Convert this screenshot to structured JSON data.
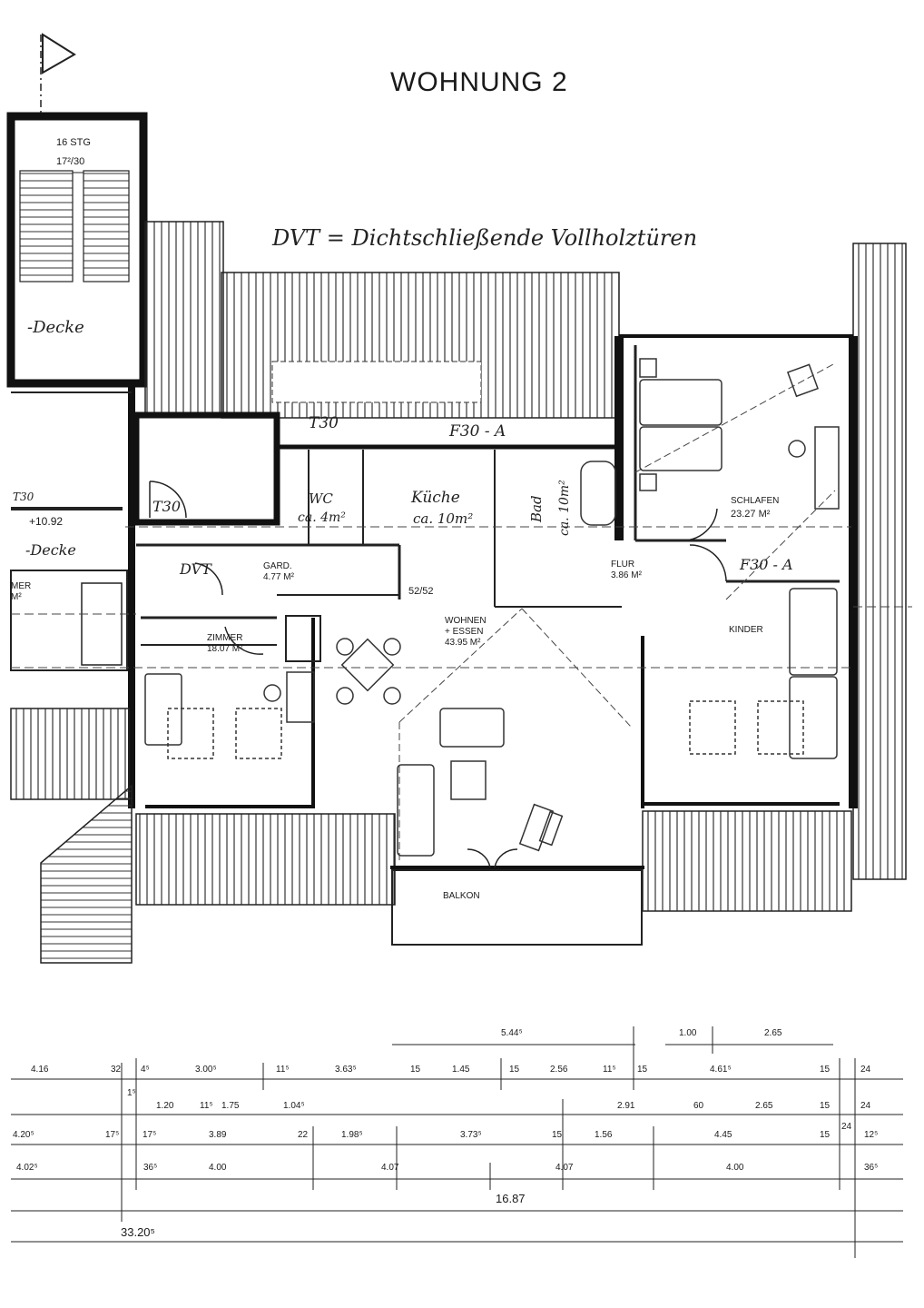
{
  "title": "WOHNUNG 2",
  "note": "DVT = Dichtschließende Vollholztüren",
  "stair": {
    "label": "16 STG",
    "ratio": "17²/30"
  },
  "left_labels": {
    "decke1": "-Decke",
    "t30": "T30",
    "level": "+10.92",
    "decke2": "-Decke",
    "mer": "MER",
    "m2": "M²"
  },
  "rooms": {
    "schlafen": {
      "name": "SCHLAFEN",
      "area": "23.27 M²"
    },
    "kinder": {
      "name": "KINDER"
    },
    "flur": {
      "name": "FLUR",
      "area": "3.86 M²"
    },
    "wohnen": {
      "name": "WOHNEN",
      "name2": "+ ESSEN",
      "area": "43.95 M²"
    },
    "gard": {
      "name": "GARD.",
      "area": "4.77 M²"
    },
    "zimmer": {
      "name": "ZIMMER",
      "area": "18.07 M²"
    },
    "balkon": {
      "name": "BALKON"
    },
    "wc": {
      "name": "WC",
      "area": "ca. 4m²"
    },
    "kueche": {
      "name": "Küche",
      "area": "ca. 10m²"
    },
    "bad": {
      "name": "Bad",
      "area": "ca. 10m²"
    }
  },
  "handwritten": {
    "t30_top": "T30",
    "f30_top": "F30 - A",
    "t30_door": "T30",
    "dvt": "DVT",
    "f30_right": "F30 - A",
    "ratio_5252": "52/52"
  },
  "dimensions": {
    "row_top": [
      "5.44⁵",
      "1.00",
      "2.65"
    ],
    "row1": [
      "4.16",
      "32",
      "4⁵",
      "3.00⁵",
      "11⁵",
      "3.63⁵",
      "15",
      "1.45",
      "15",
      "2.56",
      "11⁵",
      "15",
      "4.61⁵",
      "15",
      "24"
    ],
    "row2": [
      "1⁵",
      "1.20",
      "11⁵",
      "1.75",
      "1.04⁵",
      "2.91",
      "60",
      "2.65",
      "15",
      "24"
    ],
    "row3": [
      "4.20⁵",
      "17⁵",
      "17⁵",
      "3.89",
      "22",
      "1.98⁵",
      "3.73⁵",
      "15",
      "1.56",
      "4.45",
      "15",
      "24",
      "12⁵"
    ],
    "row4": [
      "4.02⁵",
      "36⁵",
      "4.00",
      "4.07",
      "4.07",
      "4.00",
      "36⁵"
    ],
    "sub_total": "16.87",
    "total": "33.20⁵"
  }
}
